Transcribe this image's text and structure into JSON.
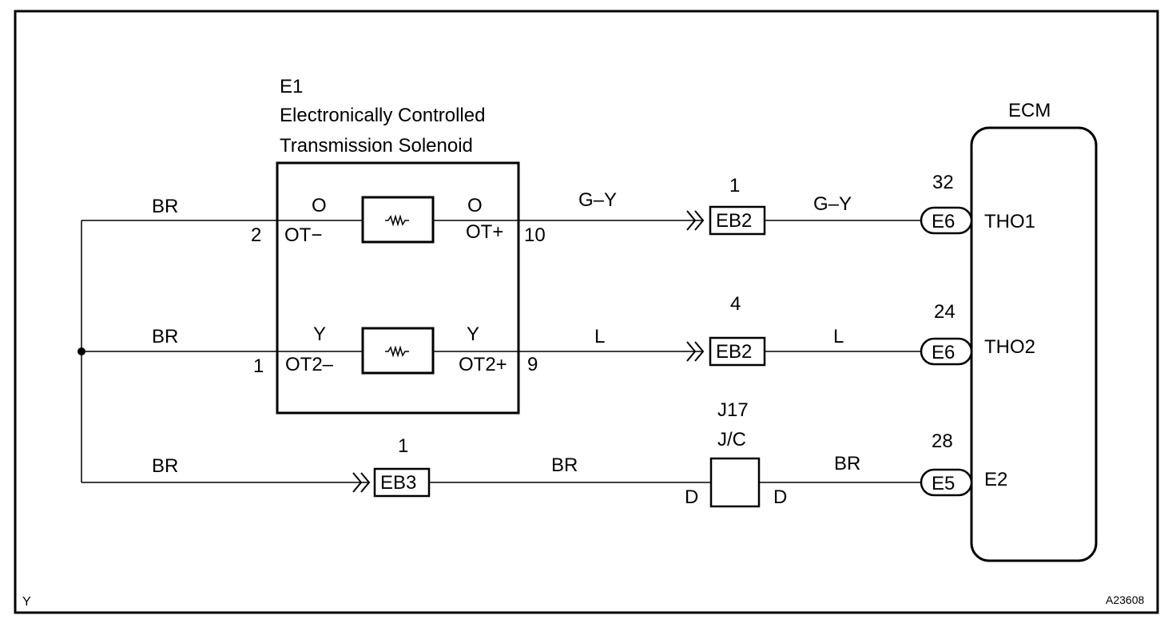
{
  "component": {
    "id": "E1",
    "name_line1": "Electronically Controlled",
    "name_line2": "Transmission Solenoid",
    "row1": {
      "pin_left": "2",
      "term_left": "OT−",
      "term_right": "OT+",
      "pin_right": "10",
      "color_left": "O",
      "color_right": "O"
    },
    "row2": {
      "pin_left": "1",
      "term_left": "OT2–",
      "term_right": "OT2+",
      "pin_right": "9",
      "color_left": "Y",
      "color_right": "Y"
    }
  },
  "ecm": {
    "title": "ECM",
    "row1": {
      "pin": "32",
      "connector": "E6",
      "terminal": "THO1"
    },
    "row2": {
      "pin": "24",
      "connector": "E6",
      "terminal": "THO2"
    },
    "row3": {
      "pin": "28",
      "connector": "E5",
      "terminal": "E2"
    }
  },
  "junctions": {
    "row1": {
      "pin": "1",
      "name": "EB2"
    },
    "row2": {
      "pin": "4",
      "name": "EB2"
    },
    "row3": {
      "pin": "1",
      "name": "EB3"
    },
    "jc": {
      "id": "J17",
      "label": "J/C",
      "left": "D",
      "right": "D"
    }
  },
  "wires": {
    "ground_row1": "BR",
    "ground_row2": "BR",
    "ground_row3": "BR",
    "row1_mid": "G–Y",
    "row1_right": "G–Y",
    "row2_mid": "L",
    "row2_right": "L",
    "row3_mid": "BR",
    "row3_right": "BR"
  },
  "footer": {
    "left": "Y",
    "right": "A23608"
  }
}
